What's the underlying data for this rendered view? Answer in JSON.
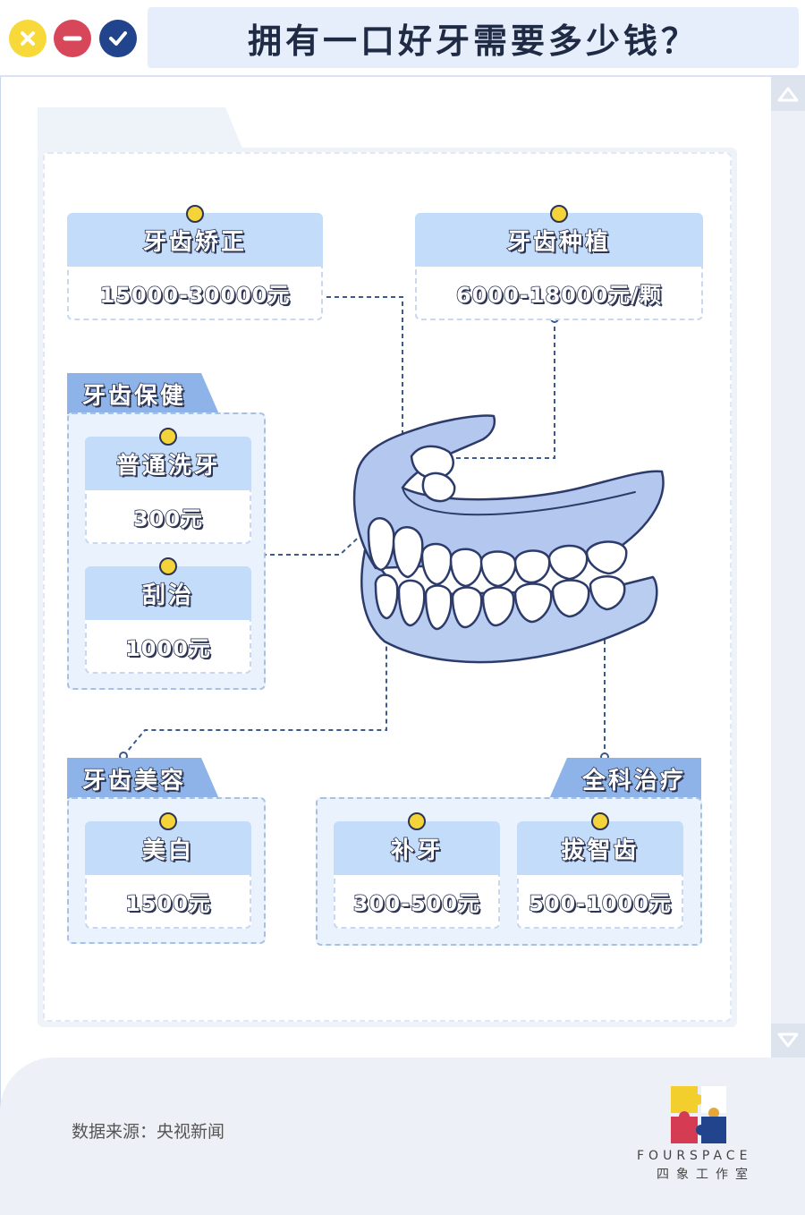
{
  "window": {
    "title": "拥有一口好牙需要多少钱？",
    "buttons": [
      "close",
      "minimize",
      "confirm"
    ]
  },
  "colors": {
    "close": "#f7d93a",
    "minimize": "#d8465a",
    "confirm": "#22448c",
    "card_header": "#c2dcfa",
    "group_label": "#8db3e8",
    "dot": "#f5d43a"
  },
  "items": {
    "orthodontics": {
      "name": "牙齿矫正",
      "price": "15000-30000元"
    },
    "implant": {
      "name": "牙齿种植",
      "price": "6000-18000元/颗"
    },
    "care": {
      "label": "牙齿保健",
      "cleaning": {
        "name": "普通洗牙",
        "price": "300元"
      },
      "scaling": {
        "name": "刮治",
        "price": "1000元"
      }
    },
    "cosmetic": {
      "label": "牙齿美容",
      "whitening": {
        "name": "美白",
        "price": "1500元"
      }
    },
    "general": {
      "label": "全科治疗",
      "filling": {
        "name": "补牙",
        "price": "300-500元"
      },
      "extraction": {
        "name": "拔智齿",
        "price": "500-1000元"
      }
    }
  },
  "footer": {
    "source": "数据来源：央视新闻",
    "brand_en": "FOURSPACE",
    "brand_cn": "四象工作室"
  },
  "icons": [
    "close-icon",
    "minus-icon",
    "check-icon",
    "scroll-up-icon",
    "scroll-down-icon",
    "teeth-icon",
    "puzzle-logo-icon"
  ]
}
